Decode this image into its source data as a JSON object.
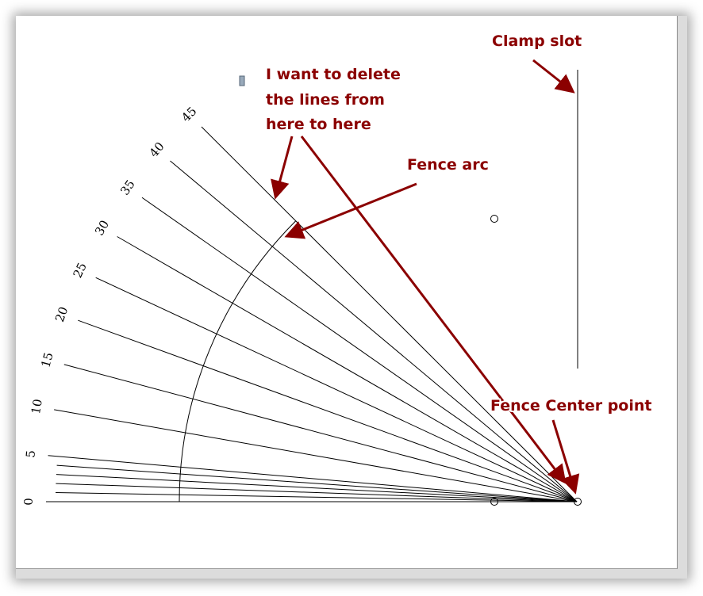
{
  "drawing": {
    "angle_labels": [
      "0",
      "5",
      "10",
      "15",
      "20",
      "25",
      "30",
      "35",
      "40",
      "45"
    ],
    "label_angles": [
      0,
      5,
      10,
      15,
      20,
      25,
      30,
      35,
      40,
      45
    ],
    "extra_line_angles": [
      1,
      2,
      3,
      4
    ],
    "annotation_color": "#8b0000"
  },
  "annotations": {
    "clamp_slot": "Clamp slot",
    "delete_line1": "I want to delete",
    "delete_line2": "the lines from",
    "delete_line3": "here to here",
    "fence_arc": "Fence arc",
    "fence_center": "Fence Center point"
  }
}
